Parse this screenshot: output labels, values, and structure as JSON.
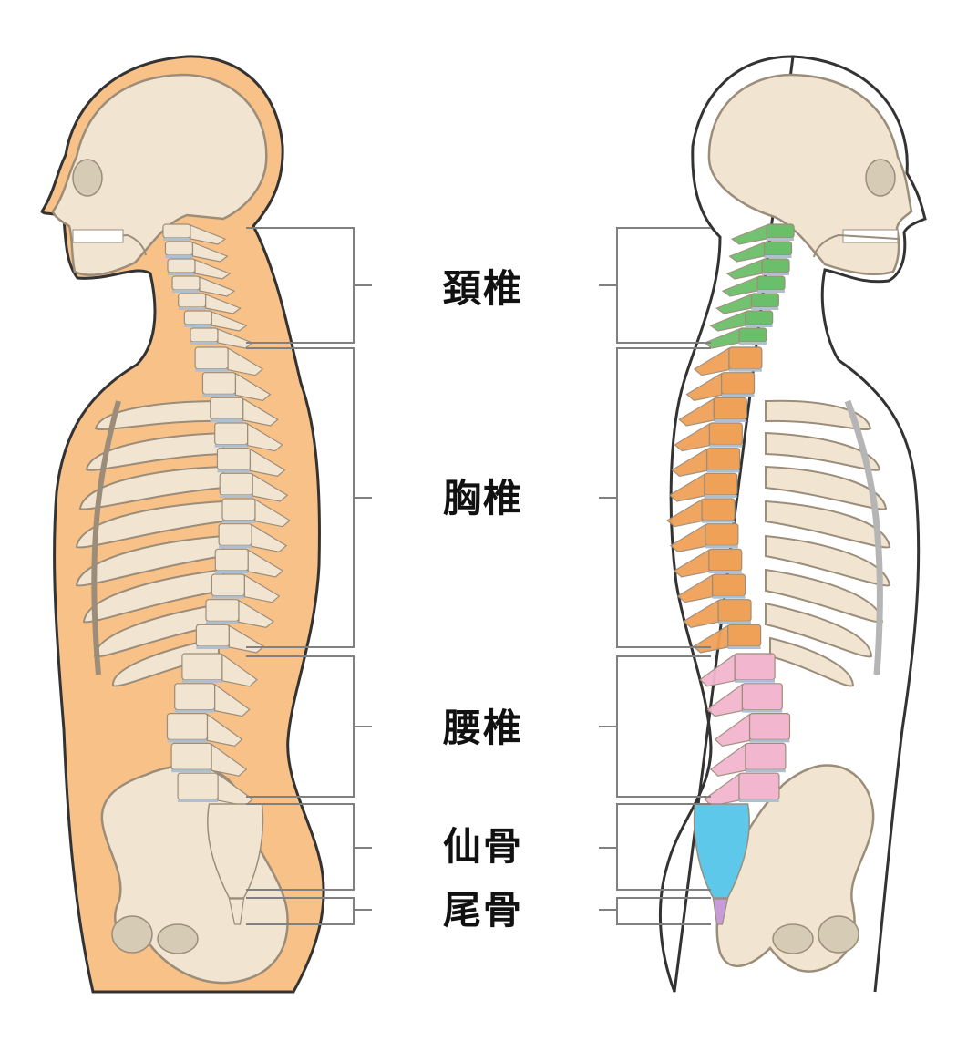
{
  "diagram": {
    "regions": [
      {
        "label": "頚椎",
        "color": "#6cbf6a"
      },
      {
        "label": "胸椎",
        "color": "#f0a158"
      },
      {
        "label": "腰椎",
        "color": "#f2b6cf"
      },
      {
        "label": "仙骨",
        "color": "#5ec8ea"
      },
      {
        "label": "尾骨",
        "color": "#c79ad8"
      }
    ],
    "colors": {
      "body_fill": "#f8c187",
      "bone": "#f1e5d2",
      "bone_outline": "#9b8d7a",
      "disc": "#aebfd0",
      "bracket": "#808080",
      "outline": "#333333"
    }
  }
}
